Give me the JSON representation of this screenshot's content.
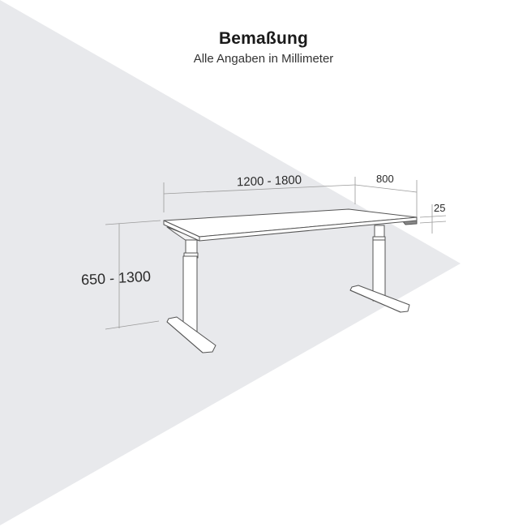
{
  "header": {
    "title": "Bemaßung",
    "subtitle": "Alle Angaben in Millimeter"
  },
  "dimensions": {
    "width": "1200 - 1800",
    "depth": "800",
    "thickness": "25",
    "height": "650 - 1300"
  },
  "colors": {
    "background": "#ffffff",
    "accent_shape": "#e8e9ec",
    "line": "#555555",
    "dimension_line": "#9a9a9a",
    "text": "#1a1a1a"
  }
}
